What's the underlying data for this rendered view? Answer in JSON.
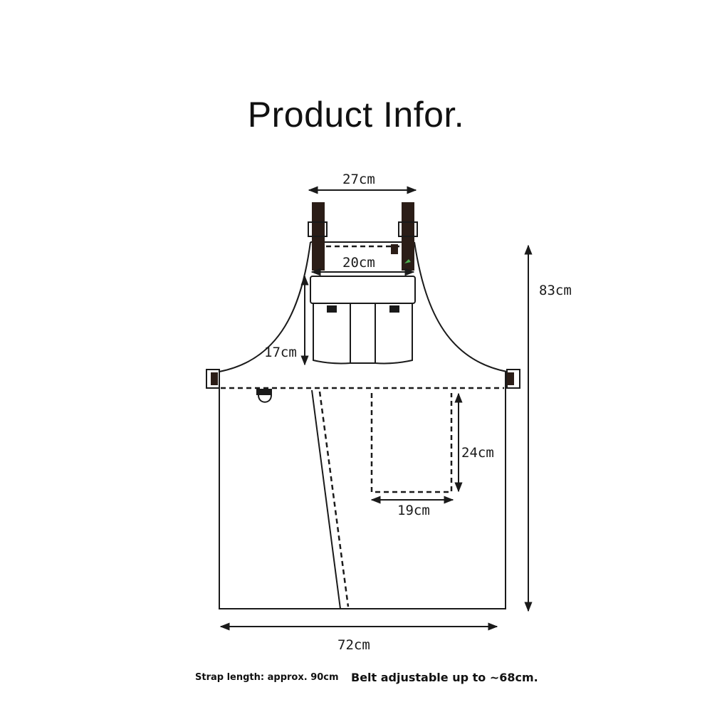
{
  "title": "Product Infor.",
  "dimensions": {
    "bib_top_width": "27cm",
    "chest_pocket_width": "20cm",
    "chest_pocket_height": "17cm",
    "total_length": "83cm",
    "front_pocket_height": "24cm",
    "front_pocket_width": "19cm",
    "bottom_width": "72cm"
  },
  "notes": {
    "strap": "Strap length: approx. 90cm",
    "belt": "Belt adjustable up to ~68cm."
  },
  "colors": {
    "line": "#1a1a1a",
    "strap": "#2b1d17",
    "leaf_accent": "#4caf50"
  }
}
